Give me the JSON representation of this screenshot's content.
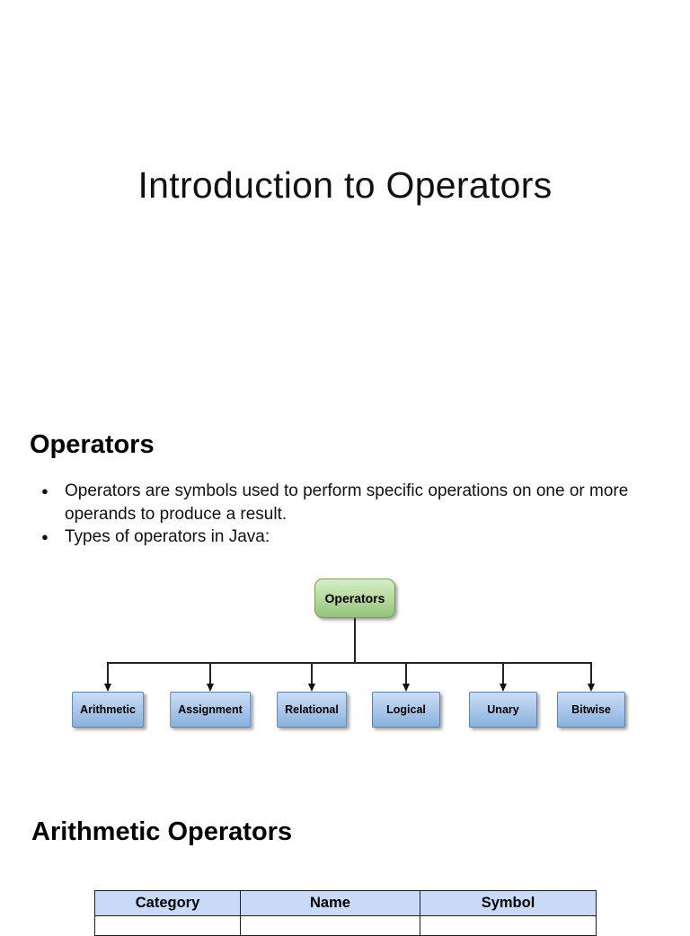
{
  "page": {
    "title": "Introduction to Operators"
  },
  "sections": [
    {
      "heading": "Operators",
      "bullets": [
        "Operators are symbols used to perform specific operations on one or more operands to produce a result.",
        "Types of operators in Java:"
      ]
    },
    {
      "heading": "Arithmetic Operators"
    }
  ],
  "bullet_glyph": "●",
  "diagram": {
    "root": {
      "label": "Operators"
    },
    "children": [
      {
        "label": "Arithmetic"
      },
      {
        "label": "Assignment"
      },
      {
        "label": "Relational"
      },
      {
        "label": "Logical"
      },
      {
        "label": "Unary"
      },
      {
        "label": "Bitwise"
      }
    ]
  },
  "table": {
    "headers": [
      "Category",
      "Name",
      "Symbol"
    ]
  },
  "colors": {
    "page_bg": "#ffffff",
    "text": "#000000",
    "root_node_fill_top": "#d8eec6",
    "root_node_fill_bottom": "#94c47c",
    "root_node_border": "#76a046",
    "child_node_fill_top": "#ccddf4",
    "child_node_fill_bottom": "#8ab0de",
    "child_node_border": "#5a82b4",
    "connector_line": "#222222",
    "table_header_bg": "#c9daf8",
    "table_border": "#1f1f1f"
  }
}
